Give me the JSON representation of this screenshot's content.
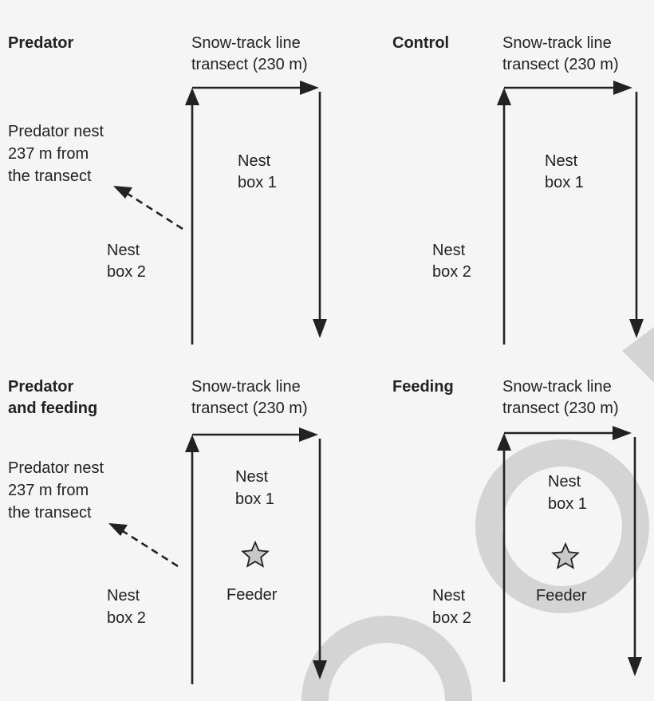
{
  "panels": {
    "predator": {
      "title": [
        "Predator"
      ],
      "transect": [
        "Snow-track line",
        "transect (230 m)"
      ],
      "nest_note": [
        "Predator nest",
        "237 m from",
        "the transect"
      ],
      "box1": [
        "Nest",
        "box 1"
      ],
      "box2": [
        "Nest",
        "box 2"
      ]
    },
    "control": {
      "title": [
        "Control"
      ],
      "transect": [
        "Snow-track line",
        "transect (230 m)"
      ],
      "box1": [
        "Nest",
        "box 1"
      ],
      "box2": [
        "Nest",
        "box 2"
      ]
    },
    "predator_feeding": {
      "title": [
        "Predator",
        "and feeding"
      ],
      "transect": [
        "Snow-track line",
        "transect (230 m)"
      ],
      "nest_note": [
        "Predator nest",
        "237 m from",
        "the transect"
      ],
      "box1": [
        "Nest",
        "box 1"
      ],
      "box2": [
        "Nest",
        "box 2"
      ],
      "feeder": [
        "Feeder"
      ]
    },
    "feeding": {
      "title": [
        "Feeding"
      ],
      "transect": [
        "Snow-track line",
        "transect (230 m)"
      ],
      "box1": [
        "Nest",
        "box 1"
      ],
      "box2": [
        "Nest",
        "box 2"
      ],
      "feeder": [
        "Feeder"
      ]
    }
  },
  "colors": {
    "ink": "#222222",
    "background": "#f5f5f5",
    "star_fill": "#c8c8c8",
    "watermark": "#d4d4d4"
  },
  "icons": {
    "feeder": "star-icon",
    "watermark": "watermark-logo"
  }
}
